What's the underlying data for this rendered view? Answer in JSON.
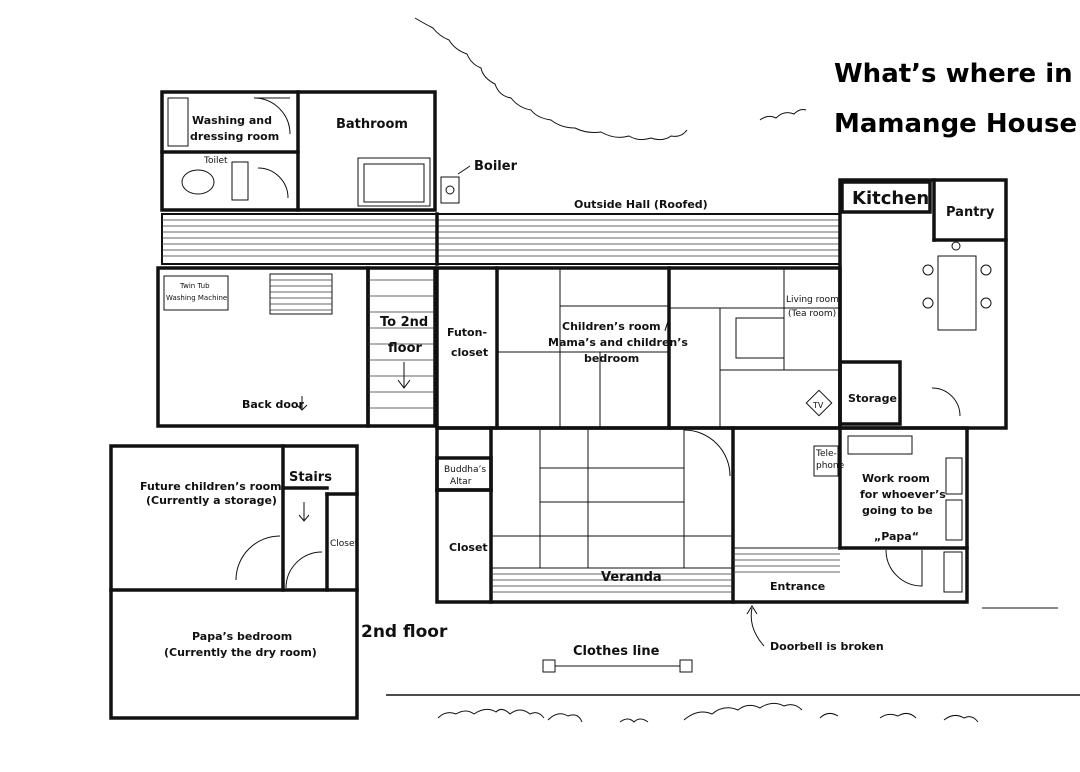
{
  "title": {
    "line1": "What’s where in",
    "line2": "Mamange House"
  },
  "labels": {
    "washing_room": [
      "Washing and",
      "dressing room"
    ],
    "toilet": "Toilet",
    "bathroom": "Bathroom",
    "boiler": "Boiler",
    "outside_hall": "Outside Hall (Roofed)",
    "kitchen": "Kitchen",
    "pantry": "Pantry",
    "twin_tub": [
      "Twin Tub",
      "Washing Machine"
    ],
    "back_door": "Back door",
    "to_2nd_floor": [
      "To 2nd",
      "floor"
    ],
    "futon_closet": [
      "Futon-",
      "closet"
    ],
    "childrens_room": [
      "Children’s room /",
      "Mama’s and children’s",
      "bedroom"
    ],
    "living_room": [
      "Living room",
      "(Tea room)"
    ],
    "tv": "TV",
    "storage": "Storage",
    "buddhas_altar": [
      "Buddha’s",
      "Altar"
    ],
    "closet": "Closet",
    "veranda": "Veranda",
    "telephone": [
      "Tele-",
      "phone"
    ],
    "work_room": [
      "Work room",
      "for whoever’s",
      "going to be",
      "„Papa“"
    ],
    "entrance": "Entrance",
    "doorbell": "Doorbell is broken",
    "clothes_line": "Clothes line",
    "future_childrens_room": [
      "Future children’s room",
      "(Currently a storage)"
    ],
    "stairs": "Stairs",
    "closet_2f": "Closet",
    "papas_bedroom": [
      "Papa’s bedroom",
      "(Currently the dry room)"
    ],
    "second_floor": "2nd floor"
  }
}
